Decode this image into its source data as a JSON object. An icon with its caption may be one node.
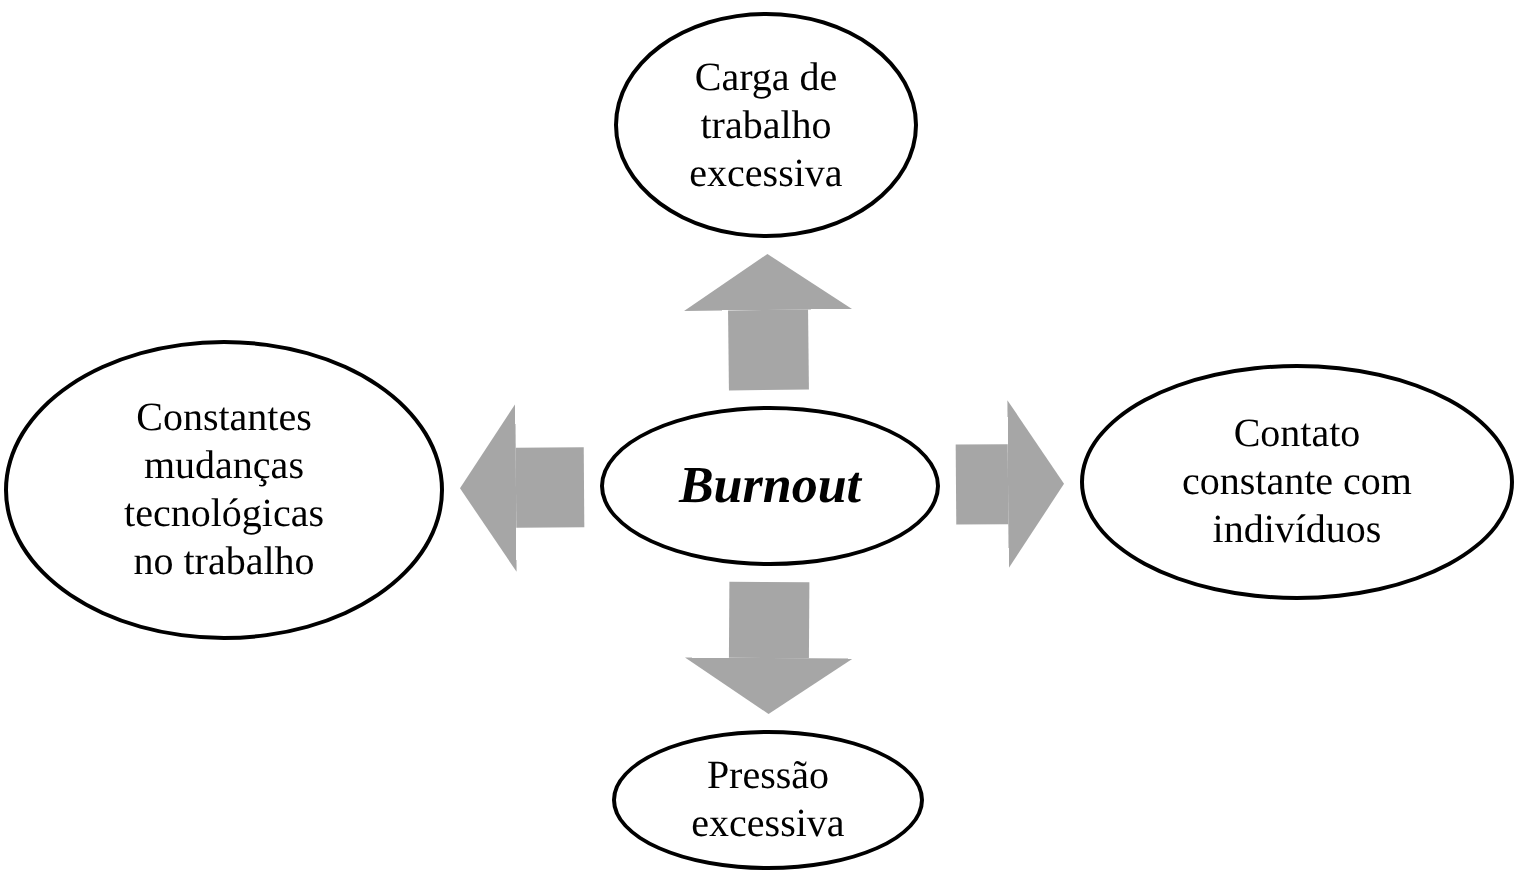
{
  "diagram": {
    "nodes": [
      {
        "text": [
          "Carga de trabalho excessiva"
        ]
      },
      {
        "text": [
          "Constantes mudanças tecnológicas no trabalho"
        ]
      },
      {
        "text": [
          "Burnout"
        ]
      },
      {
        "text": [
          "Contato constante com indivíduos"
        ]
      },
      {
        "text": [
          "Pressão excessiva"
        ]
      }
    ],
    "edges": [
      {
        "from": 2,
        "to": 0,
        "arrow": "to"
      },
      {
        "from": 2,
        "to": 1,
        "arrow": "to"
      },
      {
        "from": 2,
        "to": 3,
        "arrow": "to"
      },
      {
        "from": 2,
        "to": 4,
        "arrow": "to"
      }
    ]
  }
}
